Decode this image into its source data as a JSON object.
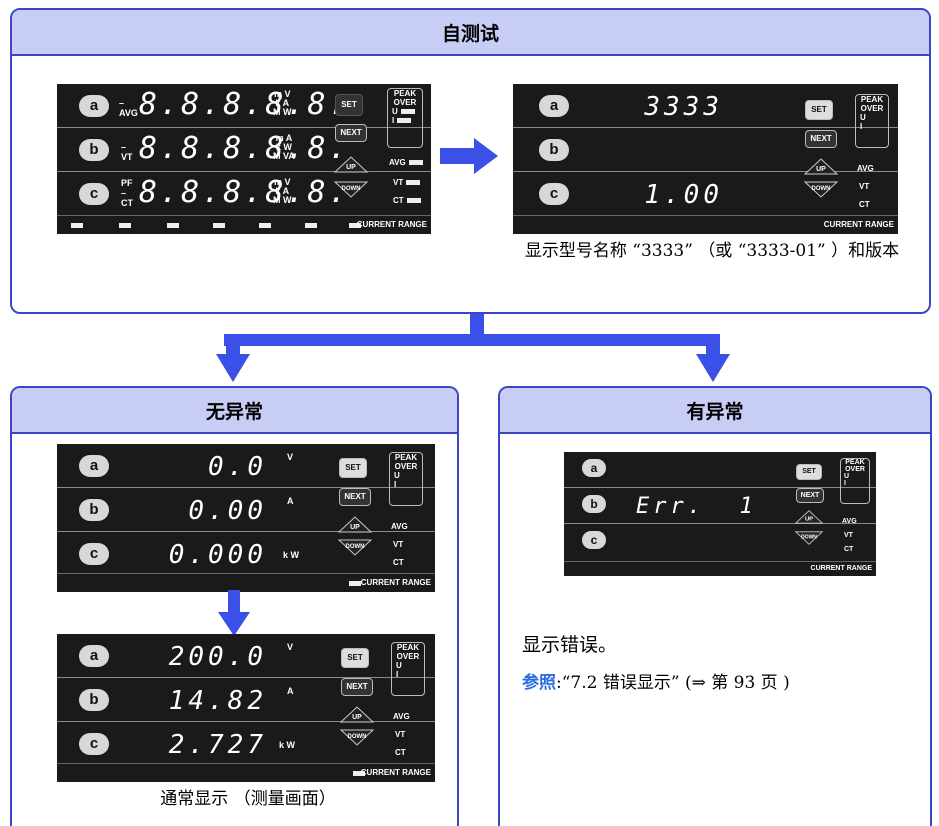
{
  "self_test": {
    "title": "自测试",
    "caption": "显示型号名称 “3333” （或 “3333-01” ）和版本"
  },
  "no_error": {
    "title": "无异常",
    "caption": "通常显示 （测量画面）"
  },
  "has_error": {
    "title": "有异常",
    "message": "显示错误。",
    "ref_label": "参照",
    "ref_text": ":“7.2  错误显示” (⇒ 第 93 页 )"
  },
  "panel_labels": {
    "ch_a": "a",
    "ch_b": "b",
    "ch_c": "c",
    "set": "SET",
    "next": "NEXT",
    "up": "UP",
    "down": "DOWN",
    "peak": "PEAK",
    "over": "OVER",
    "u": "U",
    "i": "I",
    "avg": "AVG",
    "vt": "VT",
    "ct": "CT",
    "pf": "PF",
    "current_range": "CURRENT RANGE",
    "units_a": "m V\nk A\nM W",
    "units_b": "m A\nk W\nM VA",
    "units_c": "m V\nk A\nM W"
  },
  "displays": {
    "all_on": {
      "a": "8.8.8.8.8.",
      "b": "8.8.8.8.8.",
      "c": "8.8.8.8.8."
    },
    "model": {
      "a": "3333",
      "b": "",
      "c": "1.00"
    },
    "zero": {
      "a": "0.0",
      "b": "0.00",
      "c": "0.000",
      "unit_a": "V",
      "unit_b": "A",
      "unit_c": "k W"
    },
    "normal": {
      "a": "200.0",
      "b": "14.82",
      "c": "2.727",
      "unit_a": "V",
      "unit_b": "A",
      "unit_c": "k W"
    },
    "error": {
      "a": "",
      "b": "Err.  1",
      "c": ""
    }
  },
  "colors": {
    "border": "#3b45c8",
    "header_fill": "#c8cdf6",
    "arrow": "#3b50e8",
    "panel_bg": "#1a1a1a",
    "ref_blue": "#2d6ee0"
  }
}
